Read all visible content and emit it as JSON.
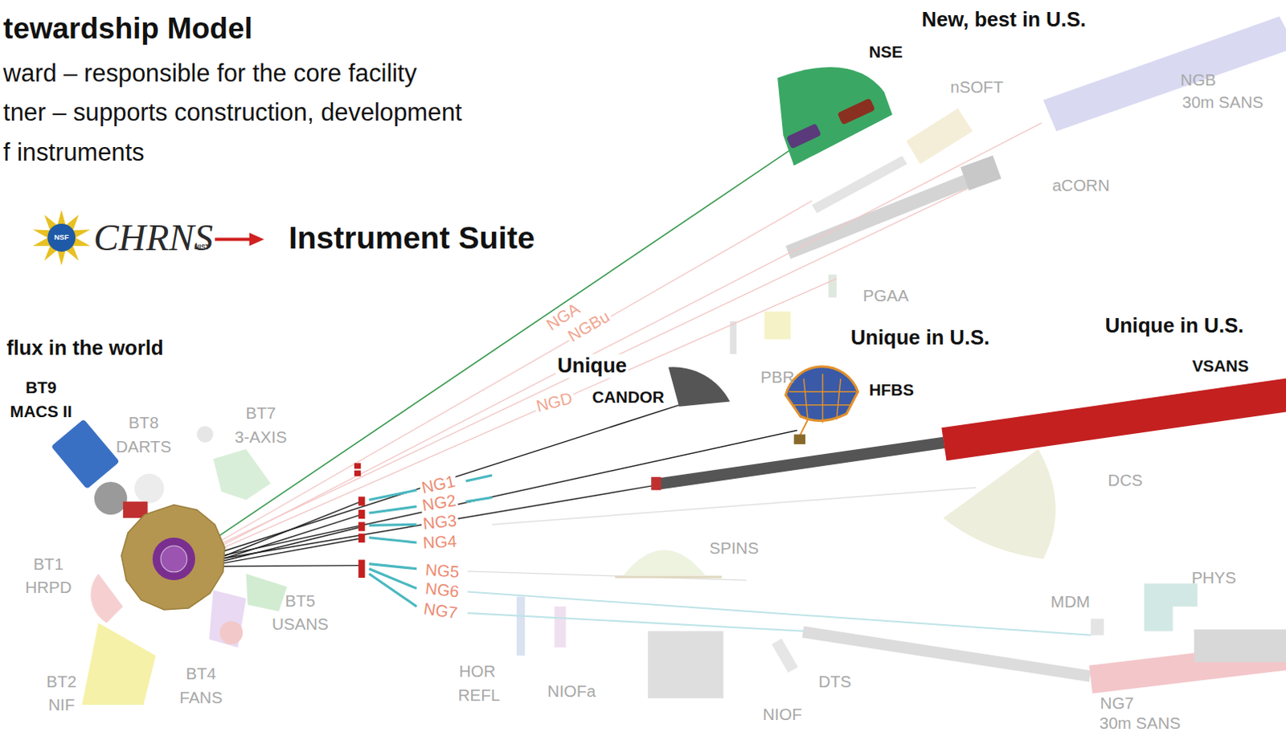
{
  "diagram": {
    "title": "tewardship Model",
    "labels": [
      "ward – responsible for the core facility",
      "tner – supports construction, development",
      "f instruments",
      "CHRNS",
      "NSF",
      "NIST",
      "Instrument Suite",
      "flux in the world",
      "BT9",
      "MACS II",
      "BT8",
      "DARTS",
      "BT7",
      "3-AXIS",
      "BT1",
      "HRPD",
      "BT5",
      "USANS",
      "BT2",
      "NIF",
      "BT4",
      "FANS",
      "NGA",
      "NGBu",
      "NGD",
      "NG1",
      "NG2",
      "NG3",
      "NG4",
      "NG5",
      "NG6",
      "NG7",
      "Unique",
      "CANDOR",
      "New, best in U.S.",
      "NSE",
      "nSOFT",
      "NGB",
      "30m SANS",
      "aCORN",
      "PGAA",
      "PBR",
      "Unique in U.S.",
      "HFBS",
      "Unique in U.S.",
      "VSANS",
      "DCS",
      "SPINS",
      "PHYS",
      "MDM",
      "HOR",
      "REFL",
      "NIOFa",
      "DTS",
      "NIOF",
      "NG7",
      "30m SANS"
    ]
  }
}
